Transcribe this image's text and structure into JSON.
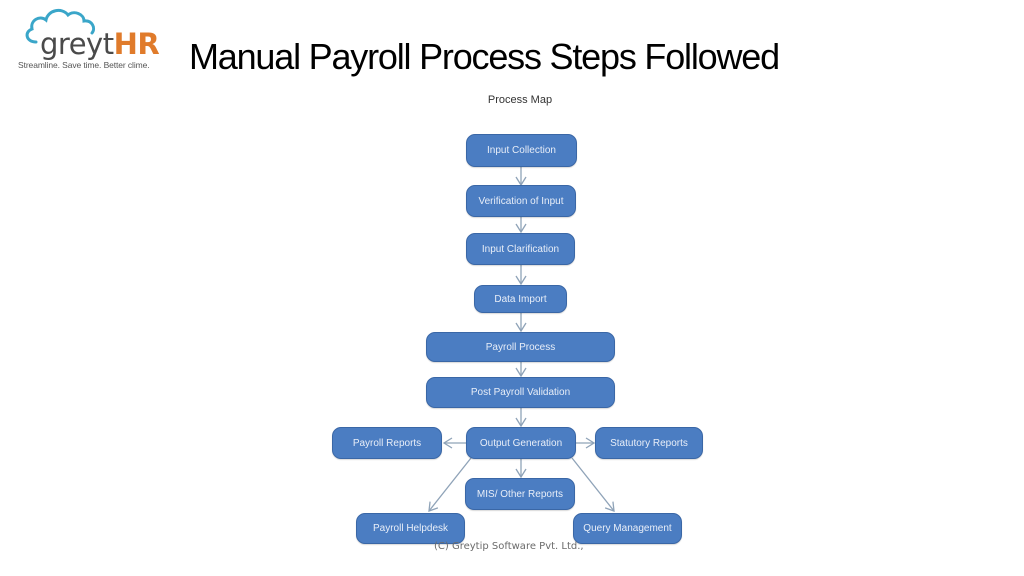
{
  "logo": {
    "word_part1": "greyt",
    "word_part2": "HR",
    "tagline": "Streamline. Save time. Better clime.",
    "icon": "cloud-icon",
    "colors": {
      "cloud": "#3aa6c9",
      "grey": "#4a4a4a",
      "hr": "#e07b2b"
    }
  },
  "slide": {
    "title": "Manual Payroll Process Steps Followed",
    "footer": "(C) Greytip Software Pvt. Ltd.,"
  },
  "diagram": {
    "title": "Process Map",
    "colors": {
      "node_fill": "#4b7dc2",
      "node_border": "#3a67a6",
      "node_text": "#e8eef8",
      "connector": "#8fa3b8"
    },
    "nodes": [
      {
        "id": "input-collection",
        "label": "Input Collection"
      },
      {
        "id": "verification-of-input",
        "label": "Verification of Input"
      },
      {
        "id": "input-clarification",
        "label": "Input Clarification"
      },
      {
        "id": "data-import",
        "label": "Data Import"
      },
      {
        "id": "payroll-process",
        "label": "Payroll Process"
      },
      {
        "id": "post-payroll-validation",
        "label": "Post Payroll Validation"
      },
      {
        "id": "output-generation",
        "label": "Output Generation"
      },
      {
        "id": "payroll-reports",
        "label": "Payroll Reports"
      },
      {
        "id": "statutory-reports",
        "label": "Statutory Reports"
      },
      {
        "id": "mis-other-reports",
        "label": "MIS/ Other Reports"
      },
      {
        "id": "payroll-helpdesk",
        "label": "Payroll Helpdesk"
      },
      {
        "id": "query-management",
        "label": "Query Management"
      }
    ],
    "edges": [
      {
        "from": "input-collection",
        "to": "verification-of-input"
      },
      {
        "from": "verification-of-input",
        "to": "input-clarification"
      },
      {
        "from": "input-clarification",
        "to": "data-import"
      },
      {
        "from": "data-import",
        "to": "payroll-process"
      },
      {
        "from": "payroll-process",
        "to": "post-payroll-validation"
      },
      {
        "from": "post-payroll-validation",
        "to": "output-generation"
      },
      {
        "from": "output-generation",
        "to": "payroll-reports"
      },
      {
        "from": "output-generation",
        "to": "statutory-reports"
      },
      {
        "from": "output-generation",
        "to": "mis-other-reports"
      },
      {
        "from": "output-generation",
        "to": "payroll-helpdesk"
      },
      {
        "from": "output-generation",
        "to": "query-management"
      }
    ]
  }
}
